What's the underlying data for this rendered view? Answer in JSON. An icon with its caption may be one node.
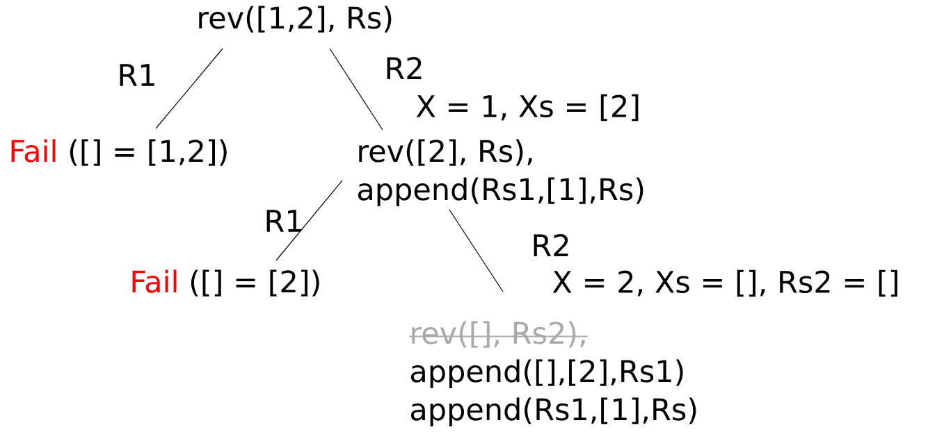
{
  "diagram": {
    "nodes": [
      {
        "text": [
          "rev([1,2], Rs)"
        ]
      },
      {
        "text": [
          "Fail",
          "([] = [1,2])"
        ]
      },
      {
        "text": [
          "rev([2], Rs),",
          "append(Rs1,[1],Rs)"
        ]
      },
      {
        "text": [
          "Fail",
          "([] = [2])"
        ]
      },
      {
        "text": [
          "rev([], Rs2),",
          "append([],[2],Rs1)",
          "append(Rs1,[1],Rs)"
        ]
      }
    ],
    "edges": [
      {
        "from": 0,
        "to": 1,
        "arrow": "none",
        "label": "R1"
      },
      {
        "from": 0,
        "to": 2,
        "arrow": "none",
        "label": "R2"
      },
      {
        "from": 2,
        "to": 3,
        "arrow": "none",
        "label": "R1"
      },
      {
        "from": 2,
        "to": 4,
        "arrow": "none",
        "label": "R2"
      }
    ],
    "labels": [
      "X = 1, Xs = [2]",
      "X = 2, Xs = [], Rs2 = []"
    ]
  }
}
